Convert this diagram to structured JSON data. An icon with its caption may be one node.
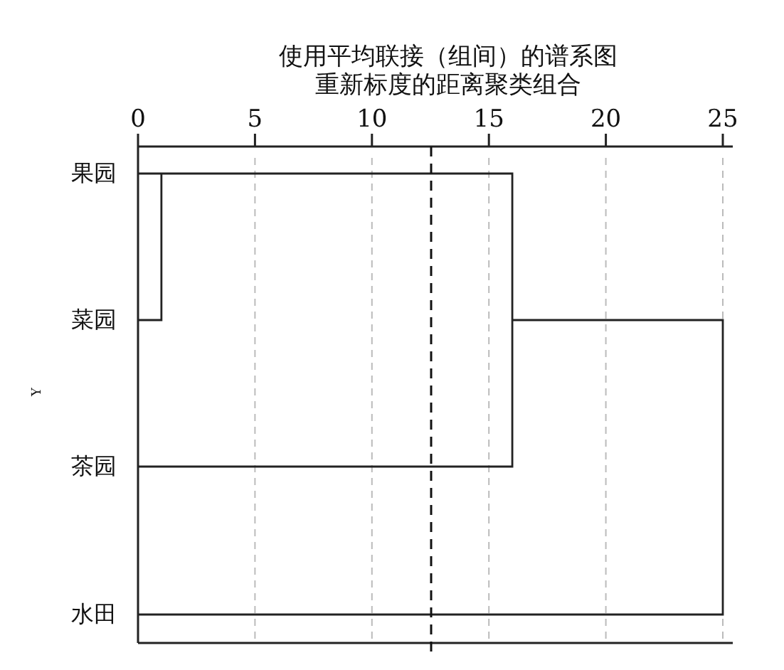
{
  "diagram": {
    "title": "使用平均联接（组间）的谱系图",
    "labels": [
      "重新标度的距离聚类组合",
      "0",
      "5",
      "10",
      "15",
      "20",
      "25",
      "果园",
      "菜园",
      "Y",
      "茶园",
      "水田"
    ]
  }
}
